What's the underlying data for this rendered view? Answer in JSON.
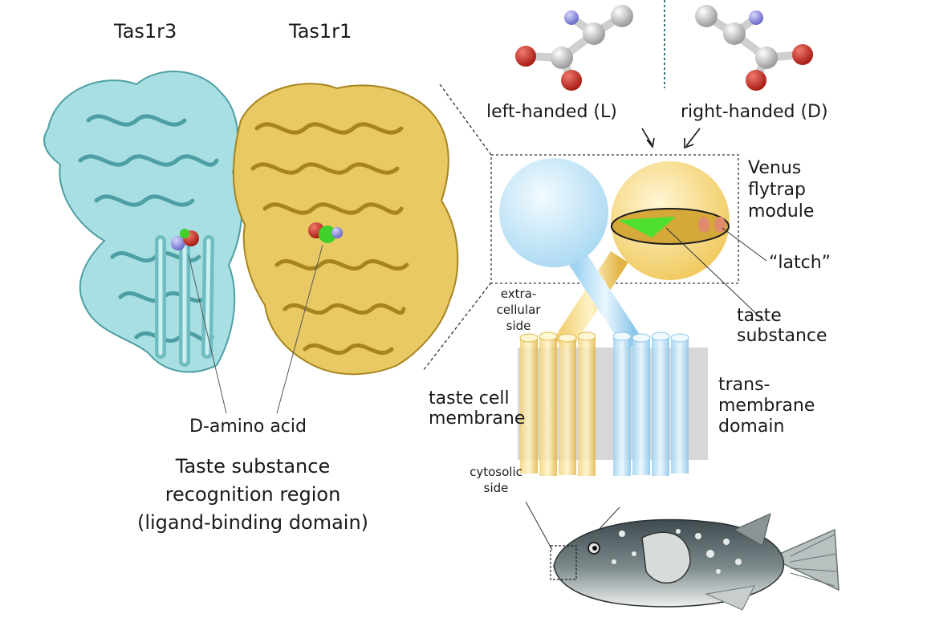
{
  "proteins": {
    "left_label": "Tas1r3",
    "right_label": "Tas1r1",
    "ligand_prefix": "D",
    "ligand_label": "-amino acid"
  },
  "region": {
    "line1": "Taste substance",
    "line2": "recognition region",
    "line3": "(ligand-binding domain)"
  },
  "chirality": {
    "left_text": "left-handed (",
    "left_letter": "L",
    "right_text": "right-handed (",
    "right_letter": "D",
    "close": ")"
  },
  "receptor": {
    "venus_1": "Venus",
    "venus_2": "flytrap",
    "venus_3": "module",
    "latch": "“latch”",
    "taste_1": "taste",
    "taste_2": "substance",
    "extra_1": "extra-",
    "extra_2": "cellular",
    "extra_3": "side",
    "membrane_1": "taste cell",
    "membrane_2": "membrane",
    "tm_1": "trans-",
    "tm_2": "membrane",
    "tm_3": "domain",
    "cyto_1": "cytosolic",
    "cyto_2": "side"
  },
  "colors": {
    "tas1r3": "#8fd3d6",
    "tas1r1": "#d9b44a",
    "blue_lobe": "#bfe3f6",
    "yellow_lobe": "#f6d77a",
    "oxygen": "#c0281f",
    "nitrogen": "#8a8ad8",
    "carbon": "#d8d8d8",
    "ligand": "#3fd02a"
  }
}
